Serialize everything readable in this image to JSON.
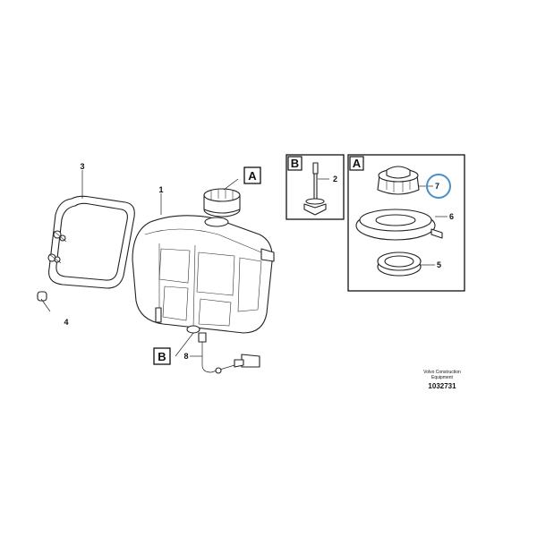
{
  "diagram": {
    "part_numbers": {
      "tank": "1",
      "sensor": "2",
      "strap": "3",
      "plug": "4",
      "seal": "5",
      "filler_neck": "6",
      "cap": "7",
      "level_sensor": "8"
    },
    "callouts": {
      "main_a": "A",
      "main_b": "B",
      "detail_a": "A",
      "detail_b": "B"
    },
    "footer": {
      "brand_line1": "Volvo Construction",
      "brand_line2": "Equipment",
      "drawing_id": "1032731"
    },
    "highlight_color": "#4a90c8"
  }
}
